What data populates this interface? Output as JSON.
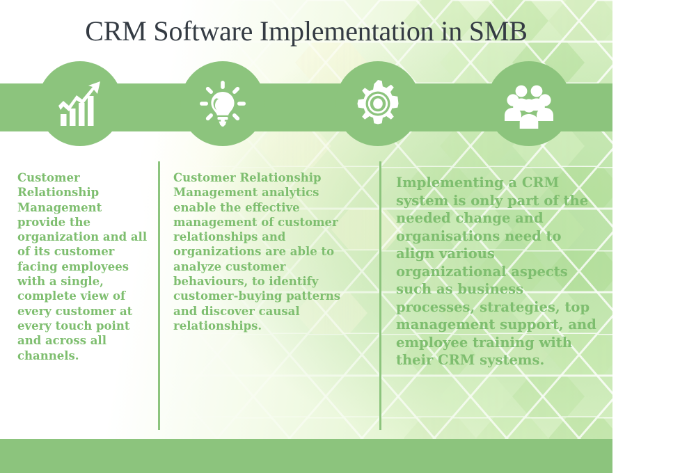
{
  "page": {
    "title": "CRM Software Implementation in SMB",
    "accent_green": "#8cc47d",
    "text_green": "#7ebe6f",
    "title_color": "#343b43"
  },
  "nodes": [
    {
      "icon": "bar-chart-growth-icon",
      "label": "Growth chart"
    },
    {
      "icon": "lightbulb-icon",
      "label": "Idea"
    },
    {
      "icon": "gear-icon",
      "label": "Settings"
    },
    {
      "icon": "people-group-icon",
      "label": "Team"
    }
  ],
  "columns": [
    {
      "id": "column-one",
      "body": "Customer Relationship Management provide the organization and all of its customer facing employees with a single, complete view of every customer at every touch point and across all channels."
    },
    {
      "id": "column-two",
      "body": "Customer Relationship Management analytics enable the effective management of customer relationships and organizations are able to analyze customer behaviours, to identify customer-buying patterns and  discover causal relationships."
    },
    {
      "id": "column-three",
      "body": "Implementing a CRM system is only part of the needed change and organisations need to align various organizational aspects such as  business processes, strategies, top management support, and employee training with their CRM systems."
    }
  ]
}
